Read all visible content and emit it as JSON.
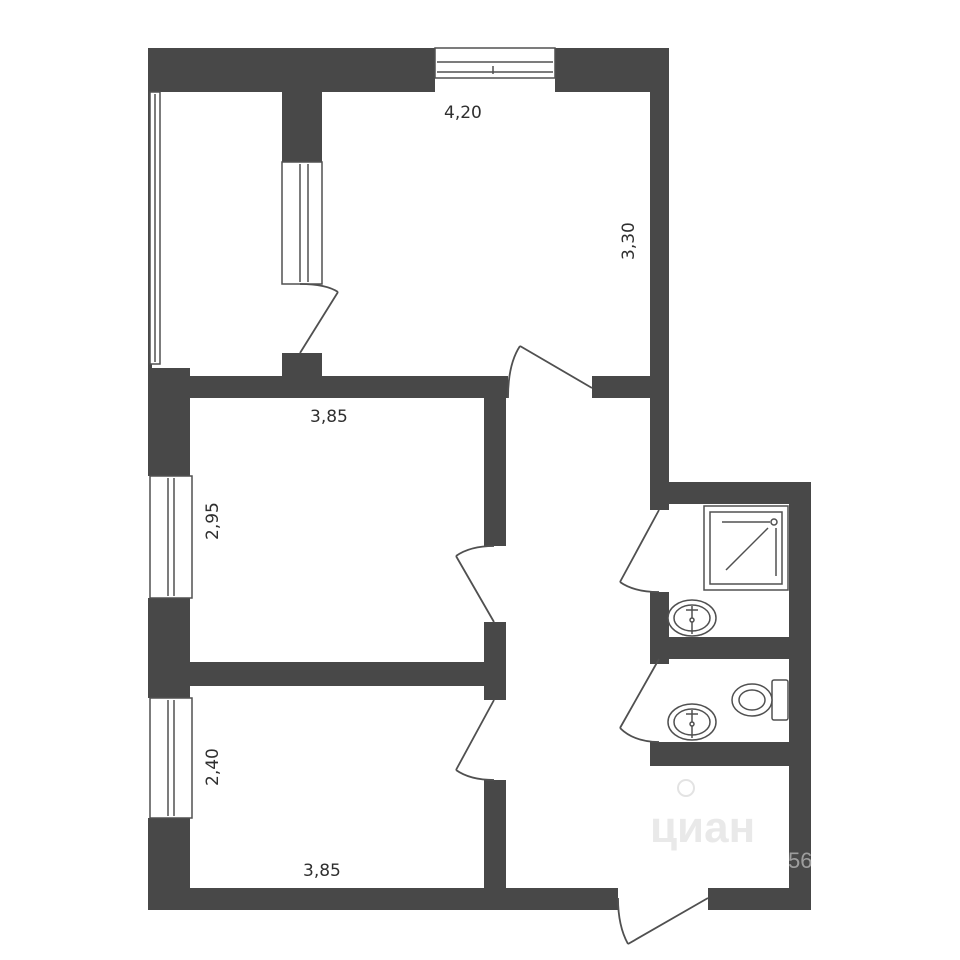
{
  "colors": {
    "wall": "#484848",
    "line": "#505050",
    "fill": "#ffffff"
  },
  "dimensions": {
    "living_width": "4,20",
    "living_depth": "3,30",
    "bedroom_width": "3,85",
    "bedroom_depth": "2,95",
    "small_room_depth": "2,40",
    "small_room_width": "3,85"
  },
  "watermark": {
    "brand": "циан",
    "code": "56"
  },
  "icons": {
    "shower": "shower-tray-icon",
    "sink": "sink-icon",
    "toilet": "toilet-icon"
  }
}
